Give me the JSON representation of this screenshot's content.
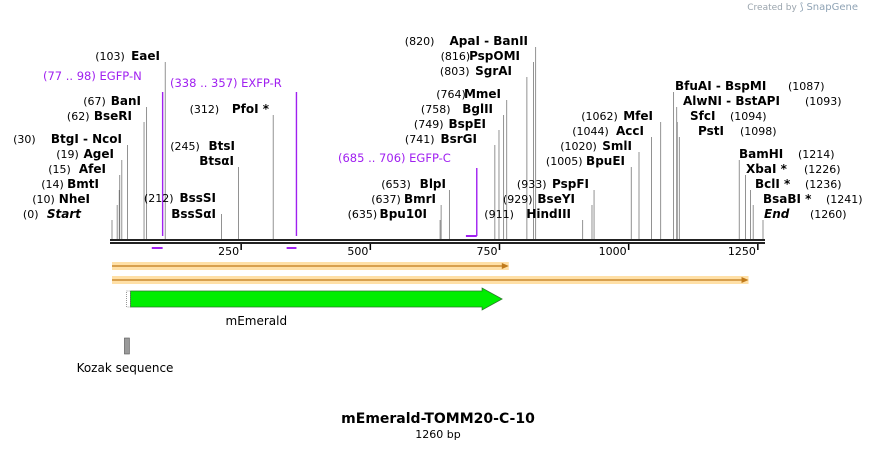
{
  "credit": {
    "prefix": "Created by",
    "brand": "SnapGene",
    "icon": "snapgene-logo-icon"
  },
  "title": "mEmerald-TOMM20-C-10",
  "subtitle": "1260 bp",
  "sequence_length": 1260,
  "ruler": {
    "ticks": [
      250,
      500,
      750,
      1000,
      1250
    ]
  },
  "colors": {
    "enzyme_text": "#000000",
    "primer": "#a020f0",
    "arrow_fill": "#00ee00",
    "orf_stroke": "#c07a1a",
    "orf_fill": "#ffd58a",
    "backbone": "#222222"
  },
  "enzymes": [
    {
      "pos": 0,
      "name": "Start",
      "italic": true
    },
    {
      "pos": 10,
      "name": "NheI"
    },
    {
      "pos": 14,
      "name": "BmtI"
    },
    {
      "pos": 15,
      "name": "AfeI"
    },
    {
      "pos": 19,
      "name": "AgeI"
    },
    {
      "pos": 30,
      "name": "BtgI - NcoI"
    },
    {
      "pos": 62,
      "name": "BseRI"
    },
    {
      "pos": 67,
      "name": "BanI"
    },
    {
      "pos": 103,
      "name": "EaeI"
    },
    {
      "pos": 212,
      "name": "BssSI"
    },
    {
      "pos": 212,
      "name": "BssSαI",
      "hide_pos": true
    },
    {
      "pos": 245,
      "name": "BtsI"
    },
    {
      "pos": 245,
      "name": "BtsαI",
      "hide_pos": true
    },
    {
      "pos": 312,
      "name": "PfoI *"
    },
    {
      "pos": 635,
      "name": "Bpu10I"
    },
    {
      "pos": 637,
      "name": "BmrI"
    },
    {
      "pos": 653,
      "name": "BlpI"
    },
    {
      "pos": 741,
      "name": "BsrGI"
    },
    {
      "pos": 749,
      "name": "BspEI"
    },
    {
      "pos": 758,
      "name": "BglII"
    },
    {
      "pos": 764,
      "name": "MmeI"
    },
    {
      "pos": 803,
      "name": "SgrAI"
    },
    {
      "pos": 816,
      "name": "PspOMI"
    },
    {
      "pos": 820,
      "name": "ApaI - BanII"
    },
    {
      "pos": 911,
      "name": "HindIII"
    },
    {
      "pos": 929,
      "name": "BseYI"
    },
    {
      "pos": 933,
      "name": "PspFI"
    },
    {
      "pos": 1005,
      "name": "BpuEI"
    },
    {
      "pos": 1020,
      "name": "SmlI"
    },
    {
      "pos": 1044,
      "name": "AccI"
    },
    {
      "pos": 1062,
      "name": "MfeI"
    },
    {
      "pos": 1087,
      "name": "BfuAI - BspMI"
    },
    {
      "pos": 1093,
      "name": "AlwNI - BstAPI"
    },
    {
      "pos": 1094,
      "name": "SfcI"
    },
    {
      "pos": 1098,
      "name": "PstI"
    },
    {
      "pos": 1214,
      "name": "BamHI"
    },
    {
      "pos": 1226,
      "name": "XbaI *"
    },
    {
      "pos": 1236,
      "name": "BclI *"
    },
    {
      "pos": 1241,
      "name": "BsaBI *"
    },
    {
      "pos": 1260,
      "name": "End",
      "italic": true
    }
  ],
  "primers": [
    {
      "range": "77 .. 98",
      "name": "EGFP-N",
      "start": 77,
      "end": 98,
      "dir": "forward"
    },
    {
      "range": "338 .. 357",
      "name": "EXFP-R",
      "start": 338,
      "end": 357,
      "dir": "reverse"
    },
    {
      "range": "685 .. 706",
      "name": "EGFP-C",
      "start": 685,
      "end": 706,
      "dir": "forward"
    }
  ],
  "orfs": [
    {
      "start": 1,
      "end": 768
    },
    {
      "start": 1,
      "end": 1232
    }
  ],
  "features": [
    {
      "name": "mEmerald",
      "start": 36,
      "end": 755,
      "type": "arrow"
    },
    {
      "name": "Kozak sequence",
      "start": 26,
      "end": 35,
      "type": "box"
    }
  ]
}
